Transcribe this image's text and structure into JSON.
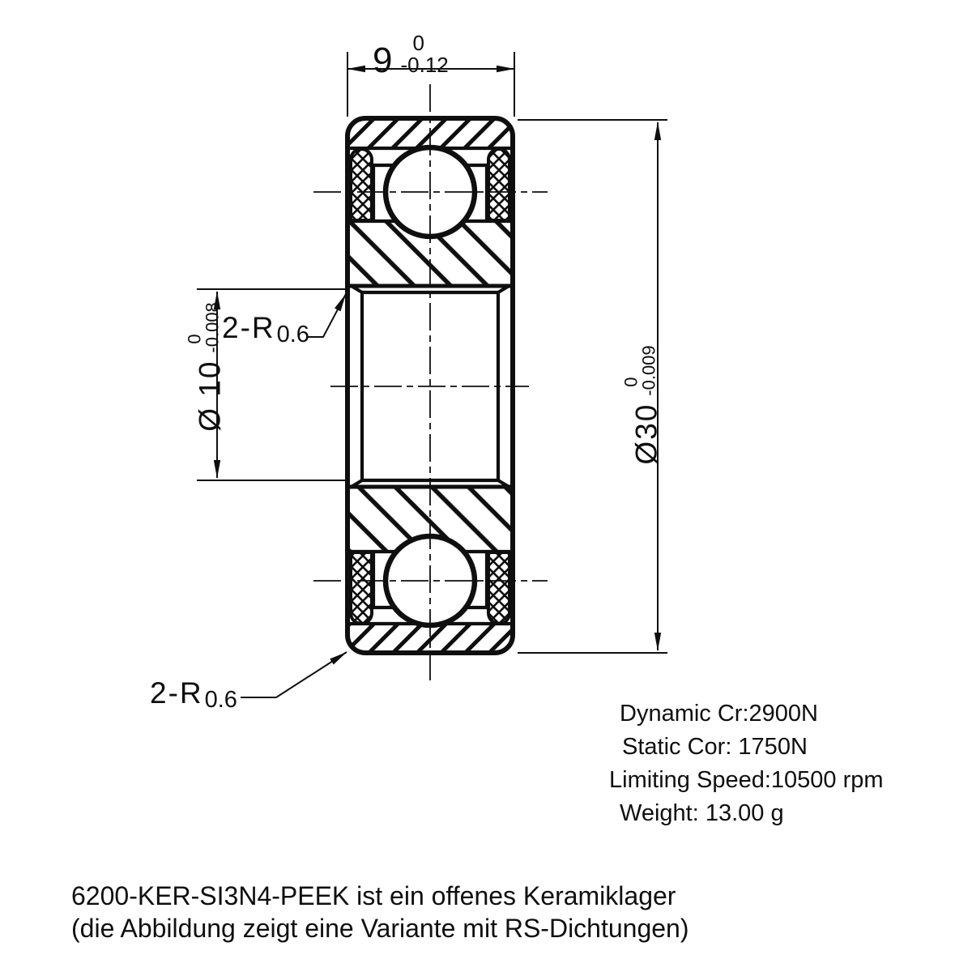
{
  "dimensions": {
    "width": {
      "value": "9",
      "tol_upper": "0",
      "tol_lower": "-0.12"
    },
    "bore": {
      "value": "Ø 10",
      "tol_upper": "0",
      "tol_lower": "-0.008"
    },
    "outer": {
      "value": "Ø30",
      "tol_upper": "0",
      "tol_lower": "-0.009"
    }
  },
  "callouts": {
    "top": {
      "prefix": "2-R",
      "radius": "0.6"
    },
    "bottom": {
      "prefix": "2-R",
      "radius": "0.6"
    }
  },
  "specs": {
    "dynamic": "Dynamic Cr:2900N",
    "static": "Static Cor: 1750N",
    "limiting_speed": "Limiting Speed:10500 rpm",
    "weight": "Weight: 13.00 g"
  },
  "caption": {
    "line1": "6200-KER-SI3N4-PEEK ist ein offenes Keramiklager",
    "line2": "(die Abbildung zeigt eine Variante mit RS-Dichtungen)"
  },
  "colors": {
    "ink": "#0f0f0f",
    "background": "#ffffff"
  }
}
